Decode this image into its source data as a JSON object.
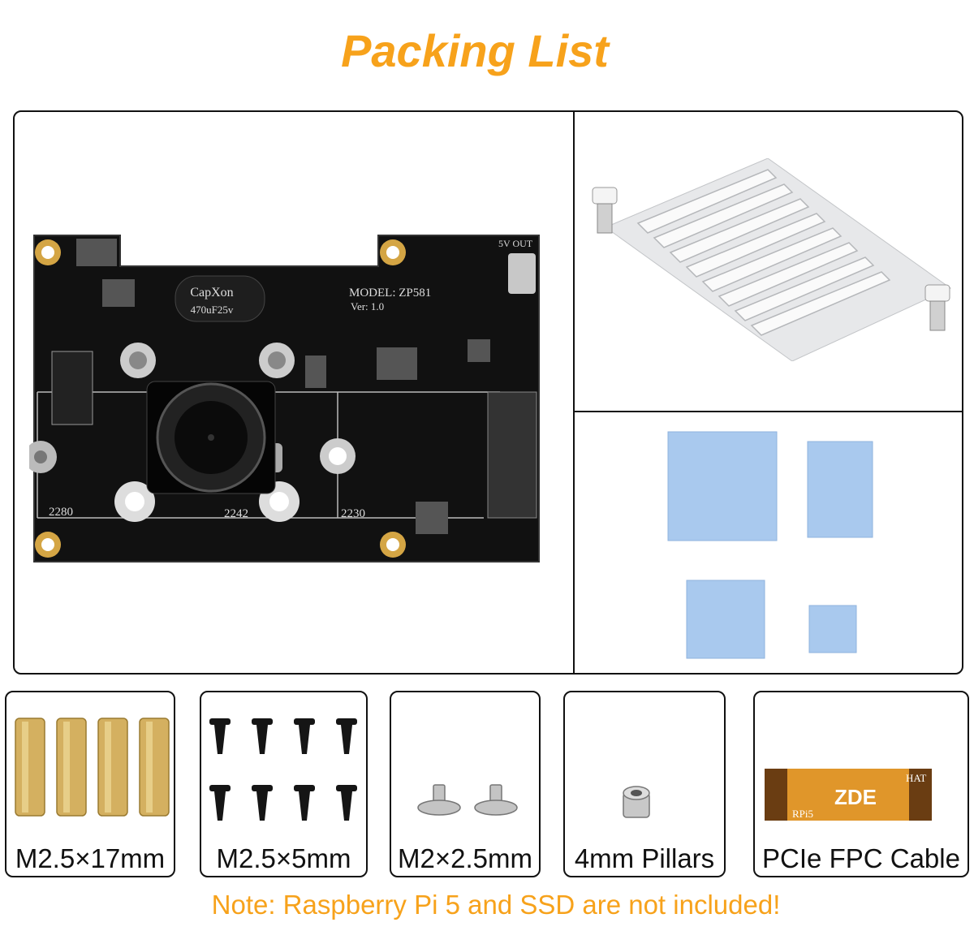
{
  "title": "Packing List",
  "board": {
    "capacitor_brand": "CapXon",
    "capacitor_rating": "470uF25v",
    "model": "MODEL: ZP581",
    "version": "Ver: 1.0",
    "port_label": "5V OUT",
    "slot_labels": [
      "2280",
      "2242",
      "2230"
    ]
  },
  "items": [
    {
      "label": "M2.5×17mm",
      "icon": "brass-standoff-icon"
    },
    {
      "label": "M2.5×5mm",
      "icon": "black-screw-icon"
    },
    {
      "label": "M2×2.5mm",
      "icon": "silver-screw-icon"
    },
    {
      "label": "4mm Pillars",
      "icon": "pillar-nut-icon"
    },
    {
      "label": "PCIe FPC Cable",
      "icon": "fpc-cable-icon"
    }
  ],
  "cable": {
    "brand": "ZDE",
    "end_top": "HAT",
    "end_bottom": "RPi5"
  },
  "note": "Note: Raspberry Pi 5 and SSD are not included!",
  "colors": {
    "accent": "#f7a21b",
    "pcb": "#111111",
    "thermal_pad": "#a9c9ee",
    "brass": "#d4b060",
    "cable": "#e0962a"
  }
}
